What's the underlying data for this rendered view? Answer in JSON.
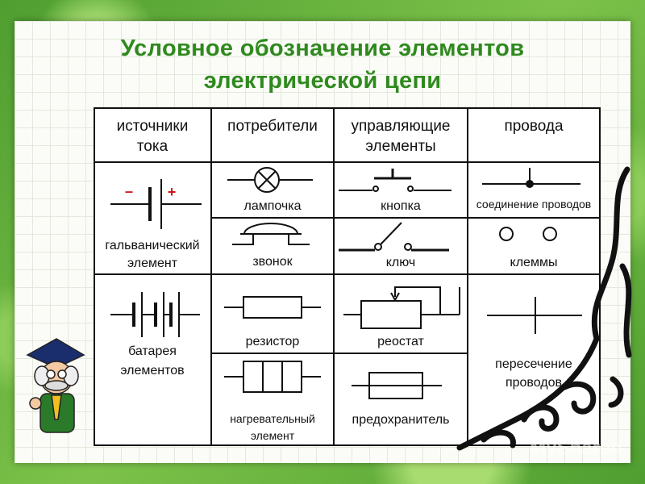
{
  "title": {
    "line1": "Условное обозначение элементов",
    "line2": "электрической цепи"
  },
  "columns": {
    "sources_l1": "источники",
    "sources_l2": "тока",
    "consumers": "потребители",
    "control_l1": "управляющие",
    "control_l2": "элементы",
    "wires": "провода"
  },
  "labels": {
    "minus": "–",
    "plus": "+",
    "galvanic_l1": "гальванический",
    "galvanic_l2": "элемент",
    "battery_l1": "батарея",
    "battery_l2": "элементов",
    "lamp": "лампочка",
    "bell": "звонок",
    "resistor": "резистор",
    "heater_l1": "нагревательный",
    "heater_l2": "элемент",
    "button": "кнопка",
    "key": "ключ",
    "rheostat": "реостат",
    "fuse": "предохранитель",
    "wire_joint": "соединение проводов",
    "terminals": "клеммы",
    "crossing_l1": "пересечение",
    "crossing_l2": "проводов"
  },
  "watermark": "MyShared",
  "colors": {
    "title": "#2f8a1e",
    "plus": "#d01818",
    "minus": "#d01818"
  }
}
